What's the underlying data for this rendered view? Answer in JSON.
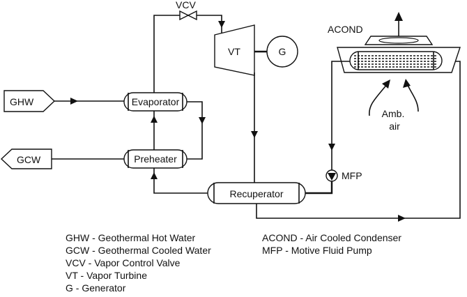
{
  "labels": {
    "ghw": "GHW",
    "gcw": "GCW",
    "vcv": "VCV",
    "vt": "VT",
    "g": "G",
    "acond": "ACOND",
    "evaporator": "Evaporator",
    "preheater": "Preheater",
    "recuperator": "Recuperator",
    "mfp": "MFP",
    "amb_line1": "Amb.",
    "amb_line2": "air"
  },
  "legend_left": [
    "GHW - Geothermal Hot Water",
    "GCW - Geothermal Cooled Water",
    "VCV - Vapor Control Valve",
    "VT - Vapor Turbine",
    "G - Generator"
  ],
  "legend_right": [
    "ACOND - Air Cooled Condenser",
    "MFP - Motive Fluid Pump"
  ]
}
